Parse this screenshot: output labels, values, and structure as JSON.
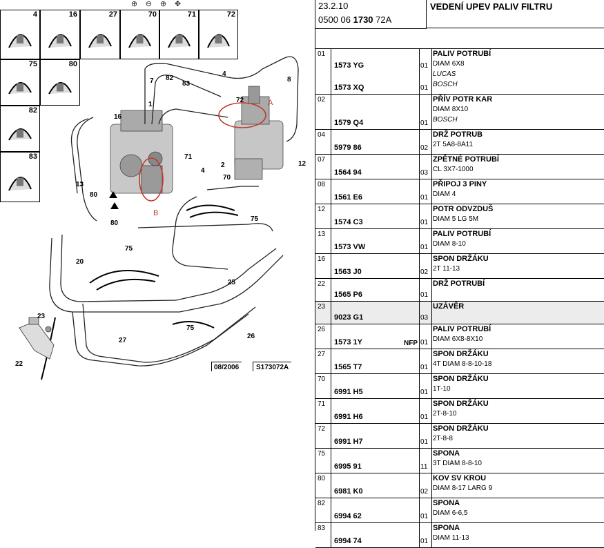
{
  "toolbar": {
    "buttons": [
      {
        "name": "zoom-in-button",
        "glyph": "⊕"
      },
      {
        "name": "zoom-out-button",
        "glyph": "⊖"
      },
      {
        "name": "zoom-window-button",
        "glyph": "⊕"
      },
      {
        "name": "pan-button",
        "glyph": "✥"
      }
    ]
  },
  "thumbnails": [
    "4",
    "16",
    "27",
    "70",
    "71",
    "72",
    "75",
    "80",
    "82",
    "83"
  ],
  "diagram": {
    "callouts": [
      "4",
      "7",
      "8",
      "82",
      "83",
      "72",
      "1",
      "16",
      "71",
      "2",
      "4",
      "70",
      "12",
      "13",
      "80",
      "80",
      "75",
      "75",
      "20",
      "25",
      "23",
      "75",
      "27",
      "26",
      "22"
    ],
    "labels": {
      "a": "A",
      "b": "B"
    },
    "date_box": "08/2006",
    "ref_box": "S173072A"
  },
  "header": {
    "date": "23.2.10",
    "code_prefix": "0500 06 ",
    "code_bold": "1730",
    "code_suffix": " 72A",
    "title": "VEDENÍ UPEV PALIV FILTRU"
  },
  "parts": [
    {
      "pos": "01",
      "refs": [
        "1573 YG",
        "1573 XQ"
      ],
      "qty": [
        "01",
        "01"
      ],
      "title": "PALIV POTRUBÍ",
      "lines": [
        "DIAM 6X8",
        "LUCAS",
        "BOSCH"
      ],
      "italic": [
        false,
        true,
        true
      ],
      "shade": false
    },
    {
      "pos": "02",
      "refs": [
        "1579 Q4"
      ],
      "qty": [
        "01"
      ],
      "title": "PŘÍV POTR KAR",
      "lines": [
        "DIAM 8X10",
        "BOSCH"
      ],
      "italic": [
        false,
        true
      ],
      "shade": false
    },
    {
      "pos": "04",
      "refs": [
        "5979 86"
      ],
      "qty": [
        "02"
      ],
      "title": "DRŽ POTRUB",
      "lines": [
        "2T 5A8-8A11"
      ],
      "italic": [
        false
      ],
      "shade": false
    },
    {
      "pos": "07",
      "refs": [
        "1564 94"
      ],
      "qty": [
        "03"
      ],
      "title": "ZPĚTNÉ POTRUBÍ",
      "lines": [
        "CL 3X7-1000"
      ],
      "italic": [
        false
      ],
      "shade": false
    },
    {
      "pos": "08",
      "refs": [
        "1561 E6"
      ],
      "qty": [
        "01"
      ],
      "title": "PŘIPOJ 3 PINY",
      "lines": [
        "DIAM 4"
      ],
      "italic": [
        false
      ],
      "shade": false
    },
    {
      "pos": "12",
      "refs": [
        "1574 C3"
      ],
      "qty": [
        "01"
      ],
      "title": "POTR ODVZDUŠ",
      "lines": [
        "DIAM 5 LG 5M"
      ],
      "italic": [
        false
      ],
      "shade": false
    },
    {
      "pos": "13",
      "refs": [
        "1573 VW"
      ],
      "qty": [
        "01"
      ],
      "title": "PALIV POTRUBÍ",
      "lines": [
        "DIAM 8-10"
      ],
      "italic": [
        false
      ],
      "shade": false
    },
    {
      "pos": "16",
      "refs": [
        "1563 J0"
      ],
      "qty": [
        "02"
      ],
      "title": "SPON DRŽÁKU",
      "lines": [
        "2T 11-13"
      ],
      "italic": [
        false
      ],
      "shade": false
    },
    {
      "pos": "22",
      "refs": [
        "1565 P6"
      ],
      "qty": [
        "01"
      ],
      "title": "DRŽ POTRUBÍ",
      "lines": [],
      "italic": [],
      "shade": false
    },
    {
      "pos": "23",
      "refs": [
        "9023 G1"
      ],
      "qty": [
        "03"
      ],
      "title": "UZÁVĚR",
      "lines": [],
      "italic": [],
      "shade": true
    },
    {
      "pos": "26",
      "refs": [
        "1573 1Y"
      ],
      "qty": [
        "01"
      ],
      "title": "PALIV POTRUBÍ",
      "lines": [
        "DIAM 6X8-8X10"
      ],
      "italic": [
        false
      ],
      "nfp": "NFP",
      "shade": false
    },
    {
      "pos": "27",
      "refs": [
        "1565 T7"
      ],
      "qty": [
        "01"
      ],
      "title": "SPON DRŽÁKU",
      "lines": [
        "4T DIAM 8-8-10-18"
      ],
      "italic": [
        false
      ],
      "shade": false
    },
    {
      "pos": "70",
      "refs": [
        "6991 H5"
      ],
      "qty": [
        "01"
      ],
      "title": "SPON DRŽÁKU",
      "lines": [
        "1T-10"
      ],
      "italic": [
        false
      ],
      "shade": false
    },
    {
      "pos": "71",
      "refs": [
        "6991 H6"
      ],
      "qty": [
        "01"
      ],
      "title": "SPON DRŽÁKU",
      "lines": [
        "2T-8-10"
      ],
      "italic": [
        false
      ],
      "shade": false
    },
    {
      "pos": "72",
      "refs": [
        "6991 H7"
      ],
      "qty": [
        "01"
      ],
      "title": "SPON DRŽÁKU",
      "lines": [
        "2T-8-8"
      ],
      "italic": [
        false
      ],
      "shade": false
    },
    {
      "pos": "75",
      "refs": [
        "6995 91"
      ],
      "qty": [
        "11"
      ],
      "title": "SPONA",
      "lines": [
        "3T DIAM 8-8-10"
      ],
      "italic": [
        false
      ],
      "shade": false
    },
    {
      "pos": "80",
      "refs": [
        "6981 K0"
      ],
      "qty": [
        "02"
      ],
      "title": "KOV SV KROU",
      "lines": [
        "DIAM 8-17 LARG 9"
      ],
      "italic": [
        false
      ],
      "shade": false
    },
    {
      "pos": "82",
      "refs": [
        "6994 62"
      ],
      "qty": [
        "01"
      ],
      "title": "SPONA",
      "lines": [
        "DIAM 6-6,5"
      ],
      "italic": [
        false
      ],
      "shade": false
    },
    {
      "pos": "83",
      "refs": [
        "6994 74"
      ],
      "qty": [
        "01"
      ],
      "title": "SPONA",
      "lines": [
        "DIAM 11-13"
      ],
      "italic": [
        false
      ],
      "shade": false
    }
  ]
}
